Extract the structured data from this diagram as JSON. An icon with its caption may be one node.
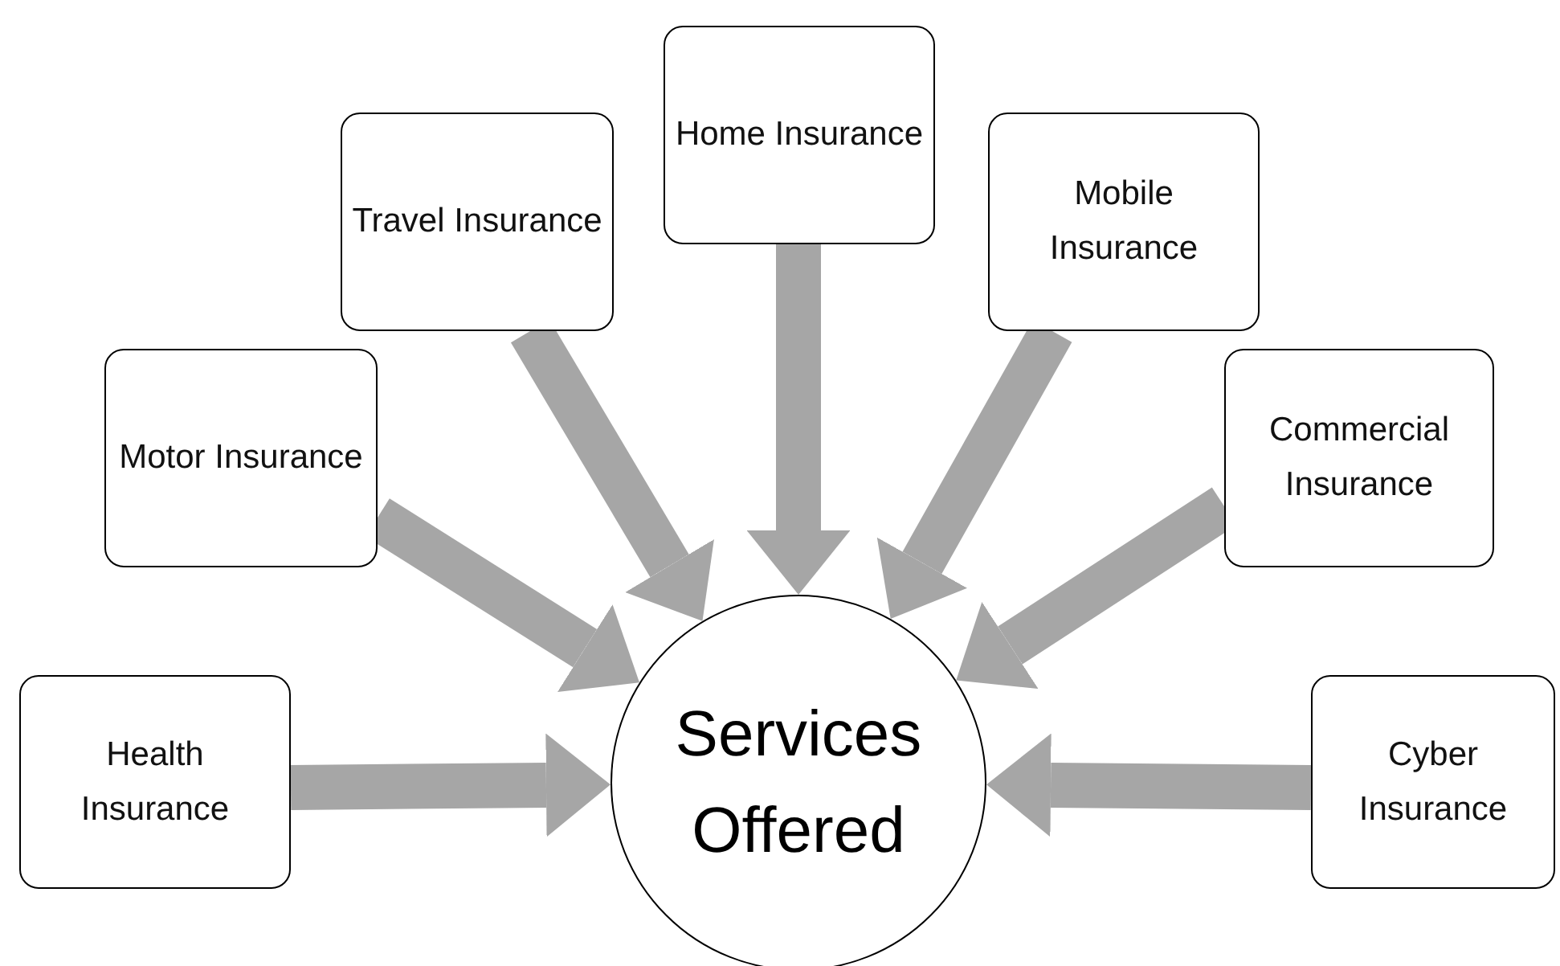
{
  "diagram": {
    "nodes": [
      {
        "text": [
          "Services Offered"
        ]
      },
      {
        "text": [
          "Health Insurance"
        ]
      },
      {
        "text": [
          "Motor Insurance"
        ]
      },
      {
        "text": [
          "Travel Insurance"
        ]
      },
      {
        "text": [
          "Home Insurance"
        ]
      },
      {
        "text": [
          "Mobile Insurance"
        ]
      },
      {
        "text": [
          "Commercial Insurance"
        ]
      },
      {
        "text": [
          "Cyber Insurance"
        ]
      }
    ],
    "edges": [
      {
        "from": 1,
        "to": 0,
        "arrow": "to"
      },
      {
        "from": 2,
        "to": 0,
        "arrow": "to"
      },
      {
        "from": 3,
        "to": 0,
        "arrow": "to"
      },
      {
        "from": 4,
        "to": 0,
        "arrow": "to"
      },
      {
        "from": 5,
        "to": 0,
        "arrow": "to"
      },
      {
        "from": 6,
        "to": 0,
        "arrow": "to"
      },
      {
        "from": 7,
        "to": 0,
        "arrow": "to"
      }
    ]
  }
}
